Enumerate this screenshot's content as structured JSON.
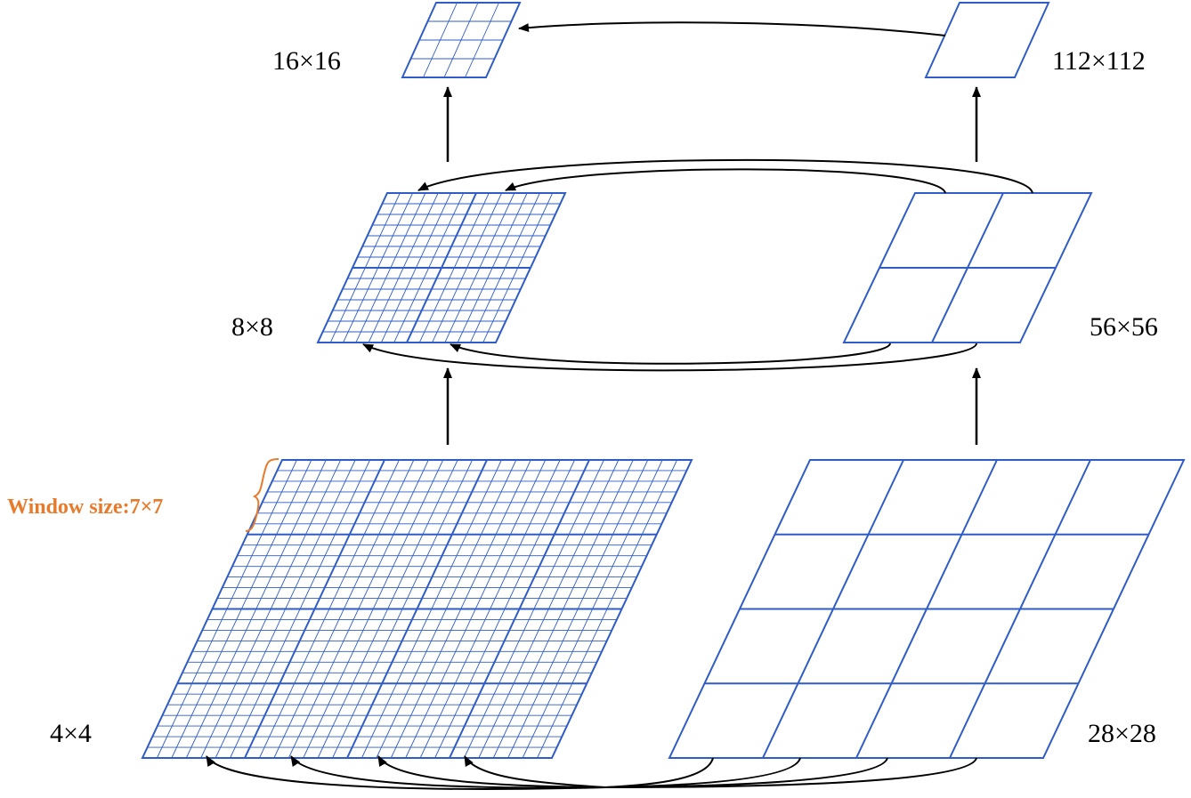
{
  "colors": {
    "grid": "#2f5cc7",
    "arrow": "#000000",
    "annotation": "#e87a2b"
  },
  "labels": {
    "l1_left": "4×4",
    "l1_right": "28×28",
    "l2_left": "8×8",
    "l2_right": "56×56",
    "l3_left": "16×16",
    "l3_right": "112×112",
    "window": "Window size:7×7"
  },
  "grids": [
    {
      "side": "left",
      "level": 1,
      "windows": 4,
      "subcells": 7
    },
    {
      "side": "right",
      "level": 1,
      "windows": 4,
      "subcells": 0
    },
    {
      "side": "left",
      "level": 2,
      "windows": 2,
      "subcells": 7
    },
    {
      "side": "right",
      "level": 2,
      "windows": 2,
      "subcells": 0
    },
    {
      "side": "left",
      "level": 3,
      "windows": 1,
      "subcells": 4
    },
    {
      "side": "right",
      "level": 3,
      "windows": 1,
      "subcells": 0
    }
  ]
}
